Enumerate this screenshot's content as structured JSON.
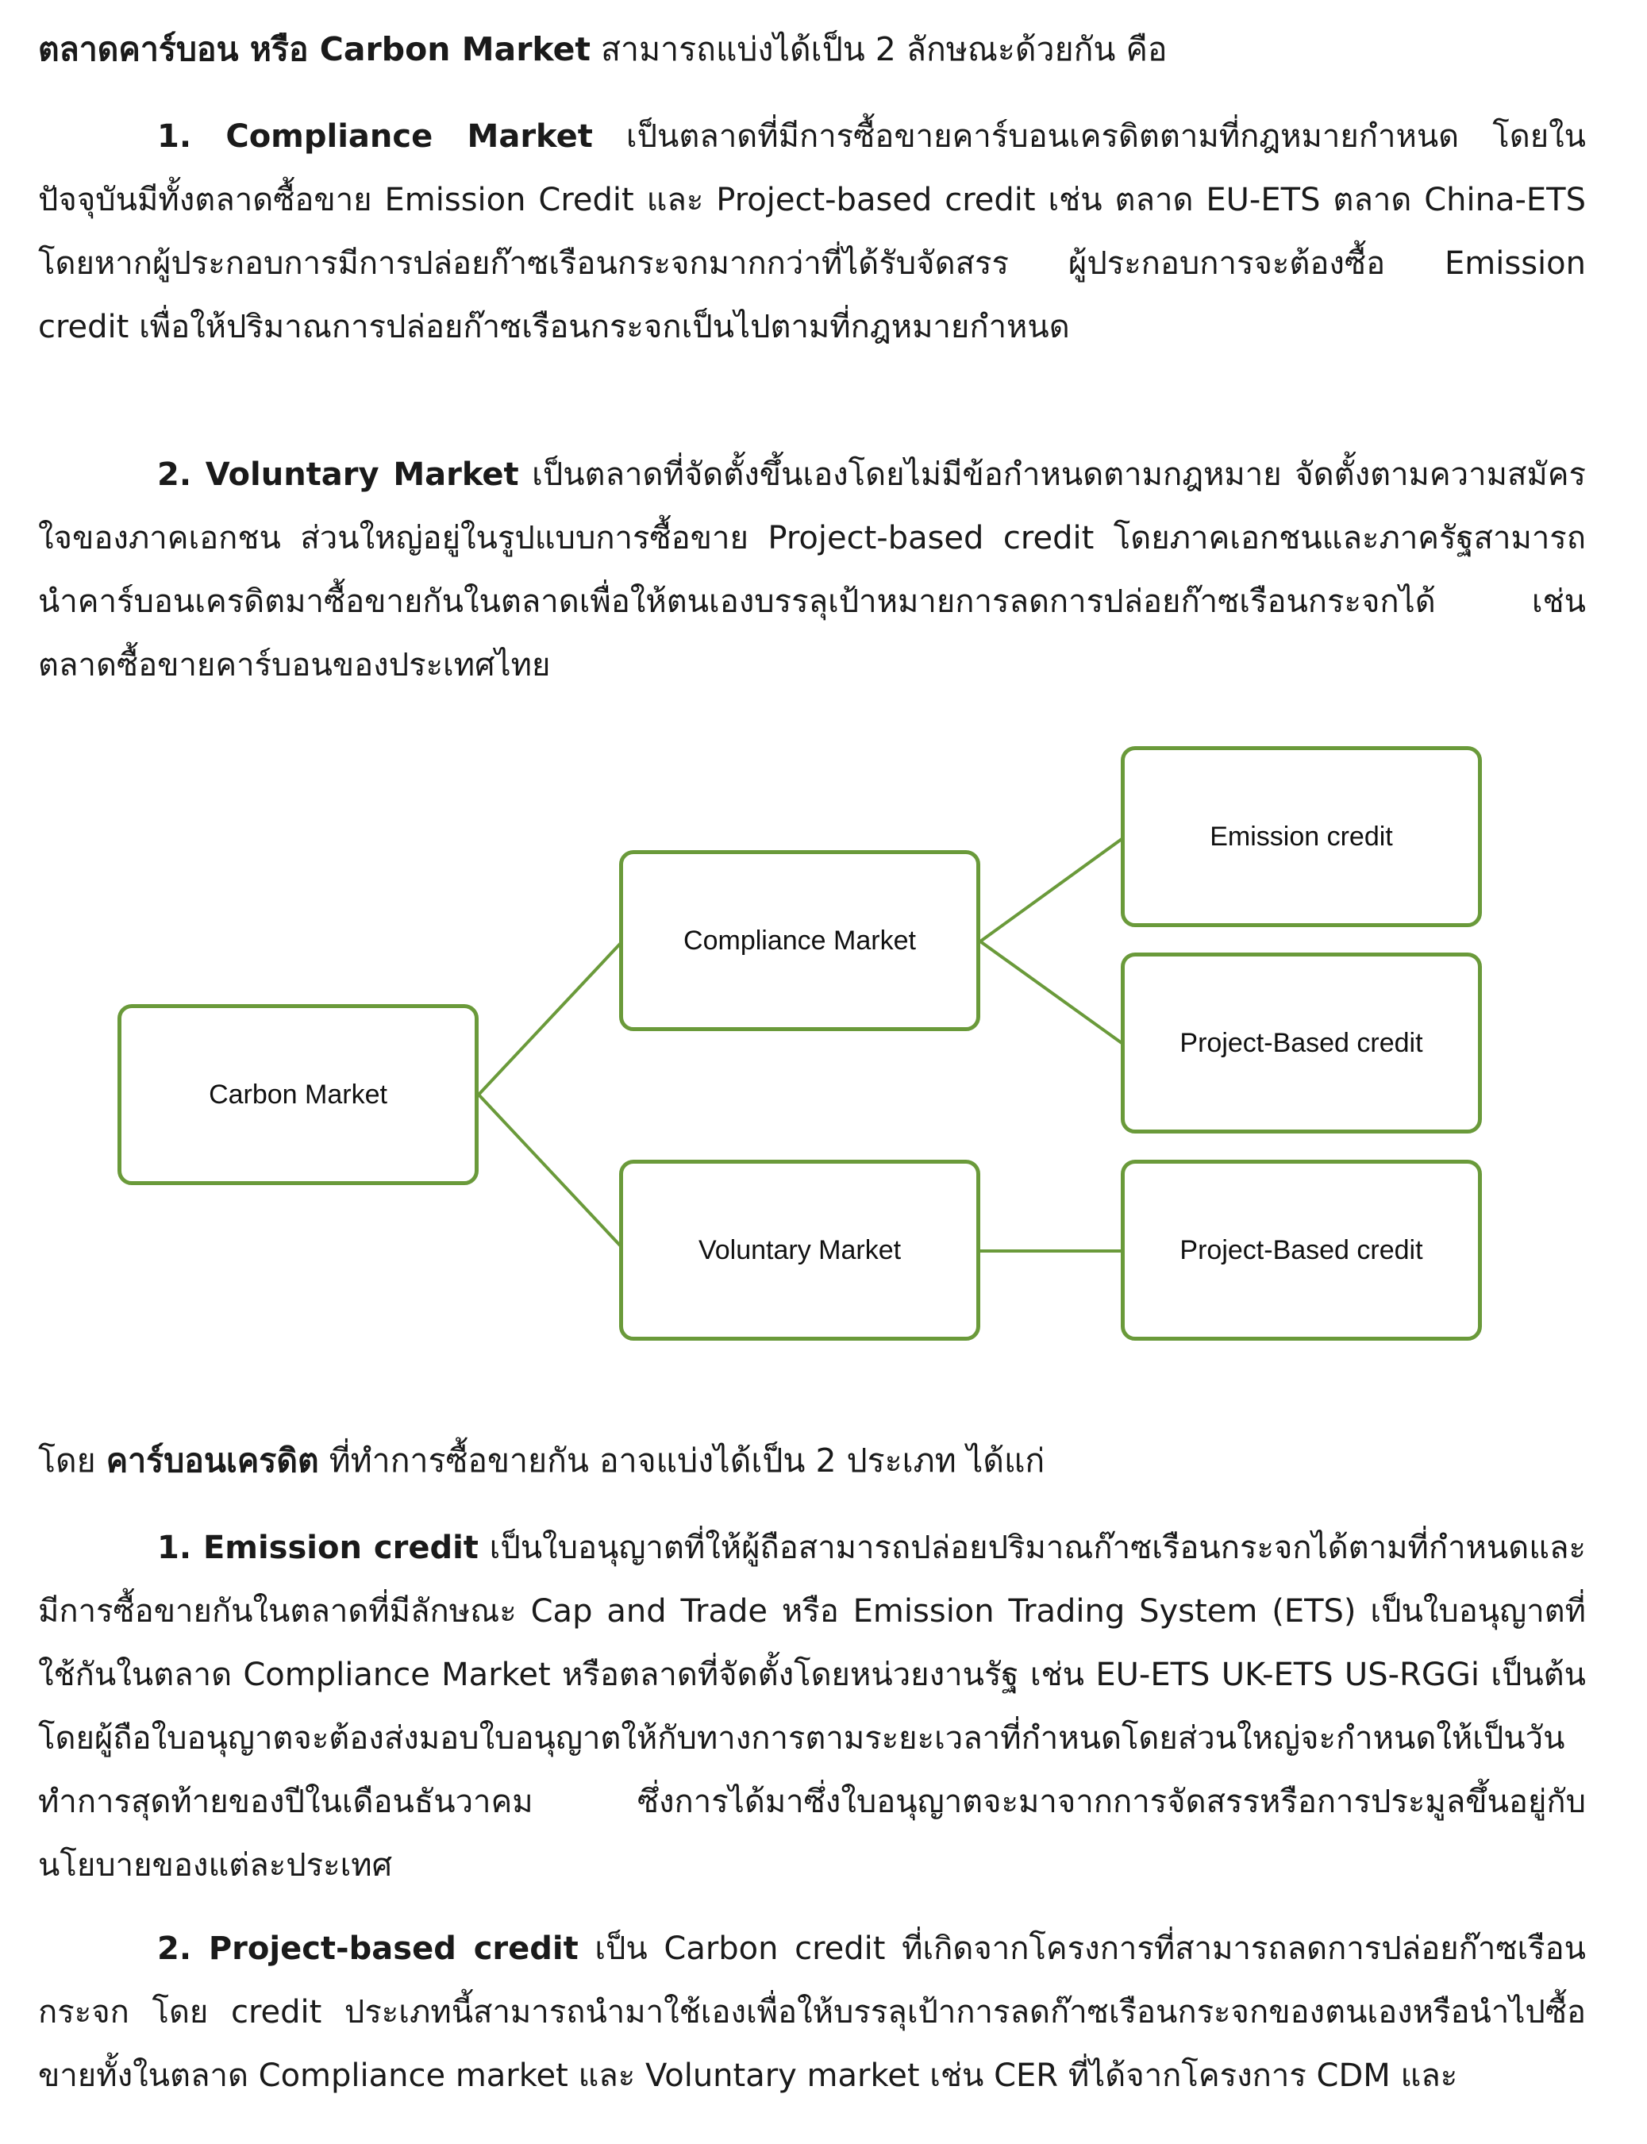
{
  "intro": {
    "bold": "ตลาดคาร์บอน หรือ Carbon Market",
    "rest": " สามารถแบ่งได้เป็น 2 ลักษณะด้วยกัน คือ"
  },
  "markets": [
    {
      "bold": "1. Compliance Market",
      "text": " เป็นตลาดที่มีการซื้อขายคาร์บอนเครดิตตามที่กฎหมายกำหนด โดยในปัจจุบันมีทั้งตลาดซื้อขาย Emission Credit และ Project-based credit เช่น ตลาด EU-ETS ตลาด China-ETS โดยหากผู้ประกอบการมีการปล่อยก๊าซเรือนกระจกมากกว่าที่ได้รับจัดสรร ผู้ประกอบการจะต้องซื้อ Emission credit เพื่อให้ปริมาณการปล่อยก๊าซเรือนกระจกเป็นไปตามที่กฎหมายกำหนด"
    },
    {
      "bold": "2. Voluntary Market",
      "text": " เป็นตลาดที่จัดตั้งขึ้นเองโดยไม่มีข้อกำหนดตามกฎหมาย จัดตั้งตามความสมัครใจของภาคเอกชน ส่วนใหญ่อยู่ในรูปแบบการซื้อขาย Project-based credit โดยภาคเอกชนและภาครัฐสามารถนำคาร์บอนเครดิตมาซื้อขายกันในตลาดเพื่อให้ตนเองบรรลุเป้าหมายการลดการปล่อยก๊าซเรือนกระจกได้ เช่น ตลาดซื้อขายคาร์บอนของประเทศไทย"
    }
  ],
  "diagram": {
    "root": "Carbon Market",
    "compliance": "Compliance Market",
    "voluntary": "Voluntary Market",
    "emission_credit": "Emission credit",
    "project_based_1": "Project-Based credit",
    "project_based_2": "Project-Based credit",
    "border_color": "#6a9a3a"
  },
  "credits_intro": {
    "pre": "โดย ",
    "bold": "คาร์บอนเครดิต",
    "rest": " ที่ทำการซื้อขายกัน อาจแบ่งได้เป็น 2 ประเภท ได้แก่"
  },
  "credits": [
    {
      "bold": "1. Emission credit",
      "text": " เป็นใบอนุญาตที่ให้ผู้ถือสามารถปล่อยปริมาณก๊าซเรือนกระจกได้ตามที่กำหนดและมีการซื้อขายกันในตลาดที่มีลักษณะ Cap and Trade หรือ Emission Trading System (ETS) เป็นใบอนุญาตที่ใช้กันในตลาด Compliance Market หรือตลาดที่จัดตั้งโดยหน่วยงานรัฐ เช่น EU-ETS UK-ETS US-RGGi เป็นต้น โดยผู้ถือใบอนุญาตจะต้องส่งมอบใบอนุญาตให้กับทางการตามระยะเวลาที่กำหนดโดยส่วนใหญ่จะกำหนดให้เป็นวันทำการสุดท้ายของปีในเดือนธันวาคม ซึ่งการได้มาซึ่งใบอนุญาตจะมาจากการจัดสรรหรือการประมูลขึ้นอยู่กับนโยบายของแต่ละประเทศ"
    },
    {
      "bold": "2. Project-based credit",
      "text": " เป็น Carbon credit ที่เกิดจากโครงการที่สามารถลดการปล่อยก๊าซเรือนกระจก โดย credit ประเภทนี้สามารถนำมาใช้เองเพื่อให้บรรลุเป้าการลดก๊าซเรือนกระจกของตนเองหรือนำไปซื้อขายทั้งในตลาด Compliance market และ Voluntary market เช่น CER ที่ได้จากโครงการ CDM และ"
    }
  ]
}
